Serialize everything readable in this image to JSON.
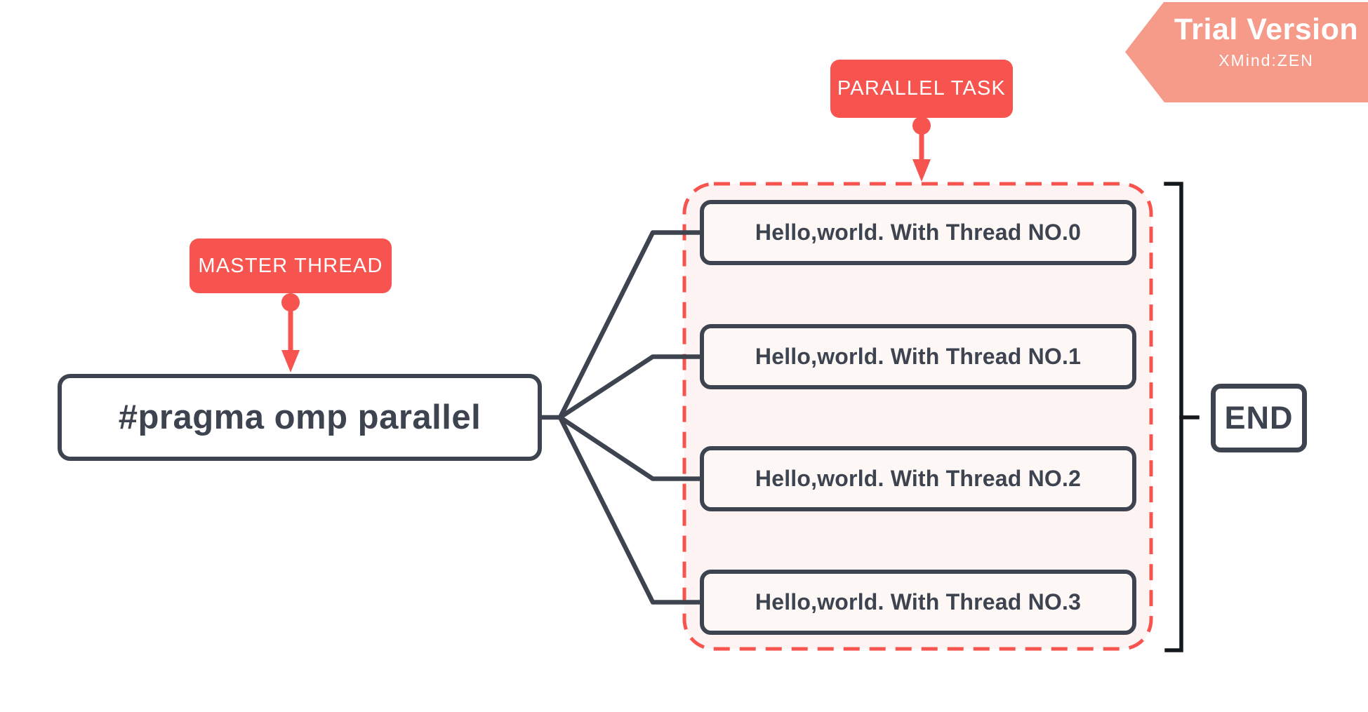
{
  "watermark": {
    "title": "Trial Version",
    "subtitle": "XMind:ZEN"
  },
  "callouts": {
    "master_thread": "MASTER THREAD",
    "parallel_task": "PARALLEL TASK"
  },
  "nodes": {
    "root": "#pragma omp parallel",
    "threads": [
      "Hello,world. With Thread NO.0",
      "Hello,world. With Thread NO.1",
      "Hello,world. With Thread NO.2",
      "Hello,world. With Thread NO.3"
    ],
    "end": "END"
  },
  "colors": {
    "accent_red": "#f7544f",
    "badge_salmon": "#f69a89",
    "charcoal": "#3d4450",
    "boundary_fill": "#fcf3f2",
    "topic_fill": "#fdf7f6",
    "bracket_black": "#14171b"
  }
}
